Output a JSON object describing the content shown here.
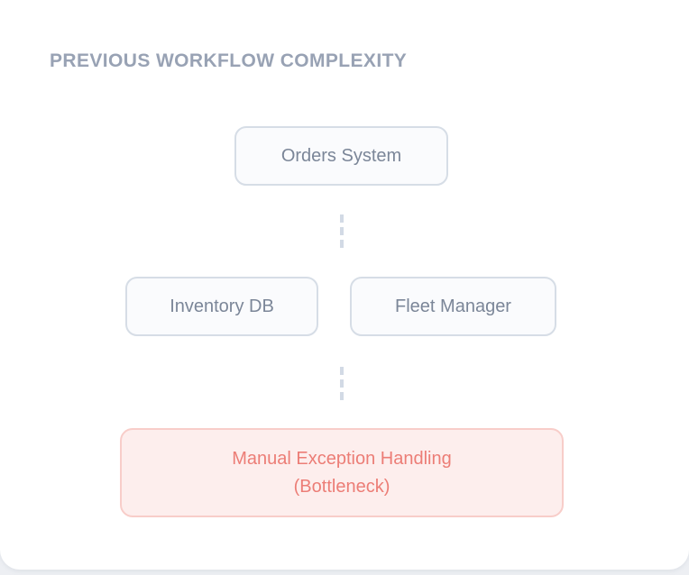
{
  "title": {
    "text": "PREVIOUS WORKFLOW COMPLEXITY"
  },
  "diagram": {
    "nodes": {
      "orders": {
        "label": "Orders System"
      },
      "inventory": {
        "label": "Inventory DB"
      },
      "fleet": {
        "label": "Fleet Manager"
      },
      "bottleneck": {
        "label": "Manual Exception Handling",
        "sublabel": "(Bottleneck)"
      }
    },
    "connectors": [
      {
        "style": "dashed-vertical",
        "from": "orders",
        "to": "middle-row"
      },
      {
        "style": "dashed-vertical",
        "from": "middle-row",
        "to": "bottleneck"
      }
    ]
  },
  "colors": {
    "page-bg": "#edeff3",
    "card-bg": "#ffffff",
    "title-text": "#98a2b4",
    "node-border": "#d6dde6",
    "node-bg": "#fafbfd",
    "node-text": "#7b8698",
    "alert-border": "#f8cdc9",
    "alert-bg": "#fdeeed",
    "alert-text": "#ec7d76",
    "connector": "#d2dae5"
  }
}
